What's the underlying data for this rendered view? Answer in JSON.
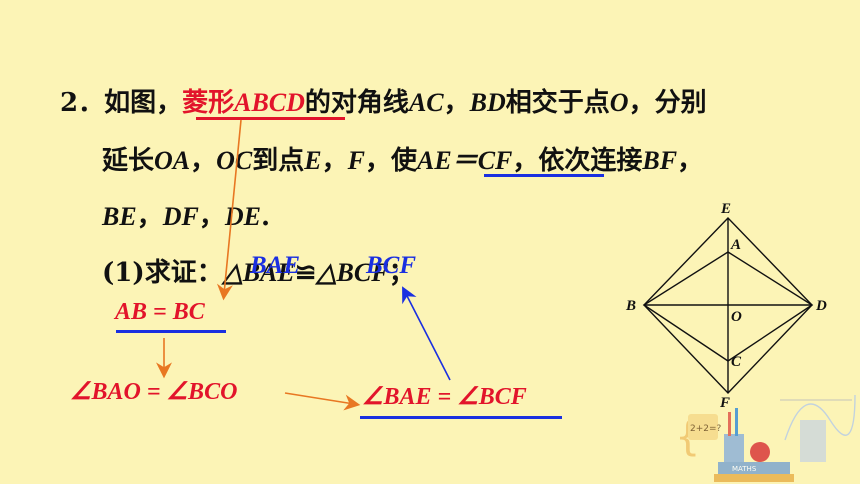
{
  "problem": {
    "line1_prefix": "2．如图，",
    "line1_red": "菱形",
    "line1_abcd": "ABCD",
    "line1_mid": "的对角线",
    "line1_ac": "AC",
    "line1_comma": "，",
    "line1_bd": "BD",
    "line1_tail": "相交于点",
    "line1_o": "O",
    "line1_end": "，分别",
    "line2_a": "延长",
    "line2_oa": "OA",
    "line2_c1": "，",
    "line2_oc": "OC",
    "line2_b": "到点",
    "line2_e": "E",
    "line2_c2": "，",
    "line2_f": "F",
    "line2_c3": "，使",
    "line2_cond": "AE＝CF",
    "line2_c4": "，依次连接",
    "line2_bf": "BF",
    "line2_c5": "，",
    "line3_be": "BE",
    "line3_c1": "，",
    "line3_df": "DF",
    "line3_c2": "，",
    "line3_de": "DE",
    "line3_end": ".",
    "part1_label": "(1)求证：",
    "part1_triangle1": "△BAE",
    "part1_cong": "≌",
    "part1_triangle2": "△BCF",
    "part1_end": "；"
  },
  "annotations": {
    "overlay_left": "BAE",
    "overlay_right": "BCF",
    "step1": "AB = BC",
    "step2": "∠BAO = ∠BCO",
    "step3": "∠BAE = ∠BCF"
  },
  "figure": {
    "labels": {
      "E": "E",
      "A": "A",
      "B": "B",
      "O": "O",
      "D": "D",
      "C": "C",
      "F": "F"
    }
  },
  "decoration": {
    "book_label": "MATHS",
    "note_text": "2+2=?"
  },
  "colors": {
    "background": "#fcf4b6",
    "red": "#e2142b",
    "blue": "#1a2fe0",
    "arrow_orange": "#e87722"
  }
}
